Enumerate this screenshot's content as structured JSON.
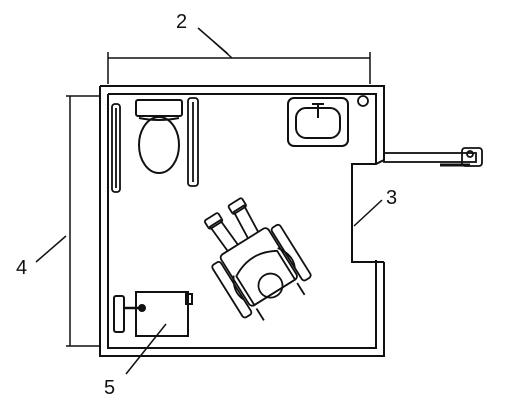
{
  "labels": {
    "callout_2": "2",
    "callout_3": "3",
    "callout_4": "4",
    "callout_5": "5"
  },
  "colors": {
    "ink": "#111111",
    "background": "#ffffff"
  }
}
